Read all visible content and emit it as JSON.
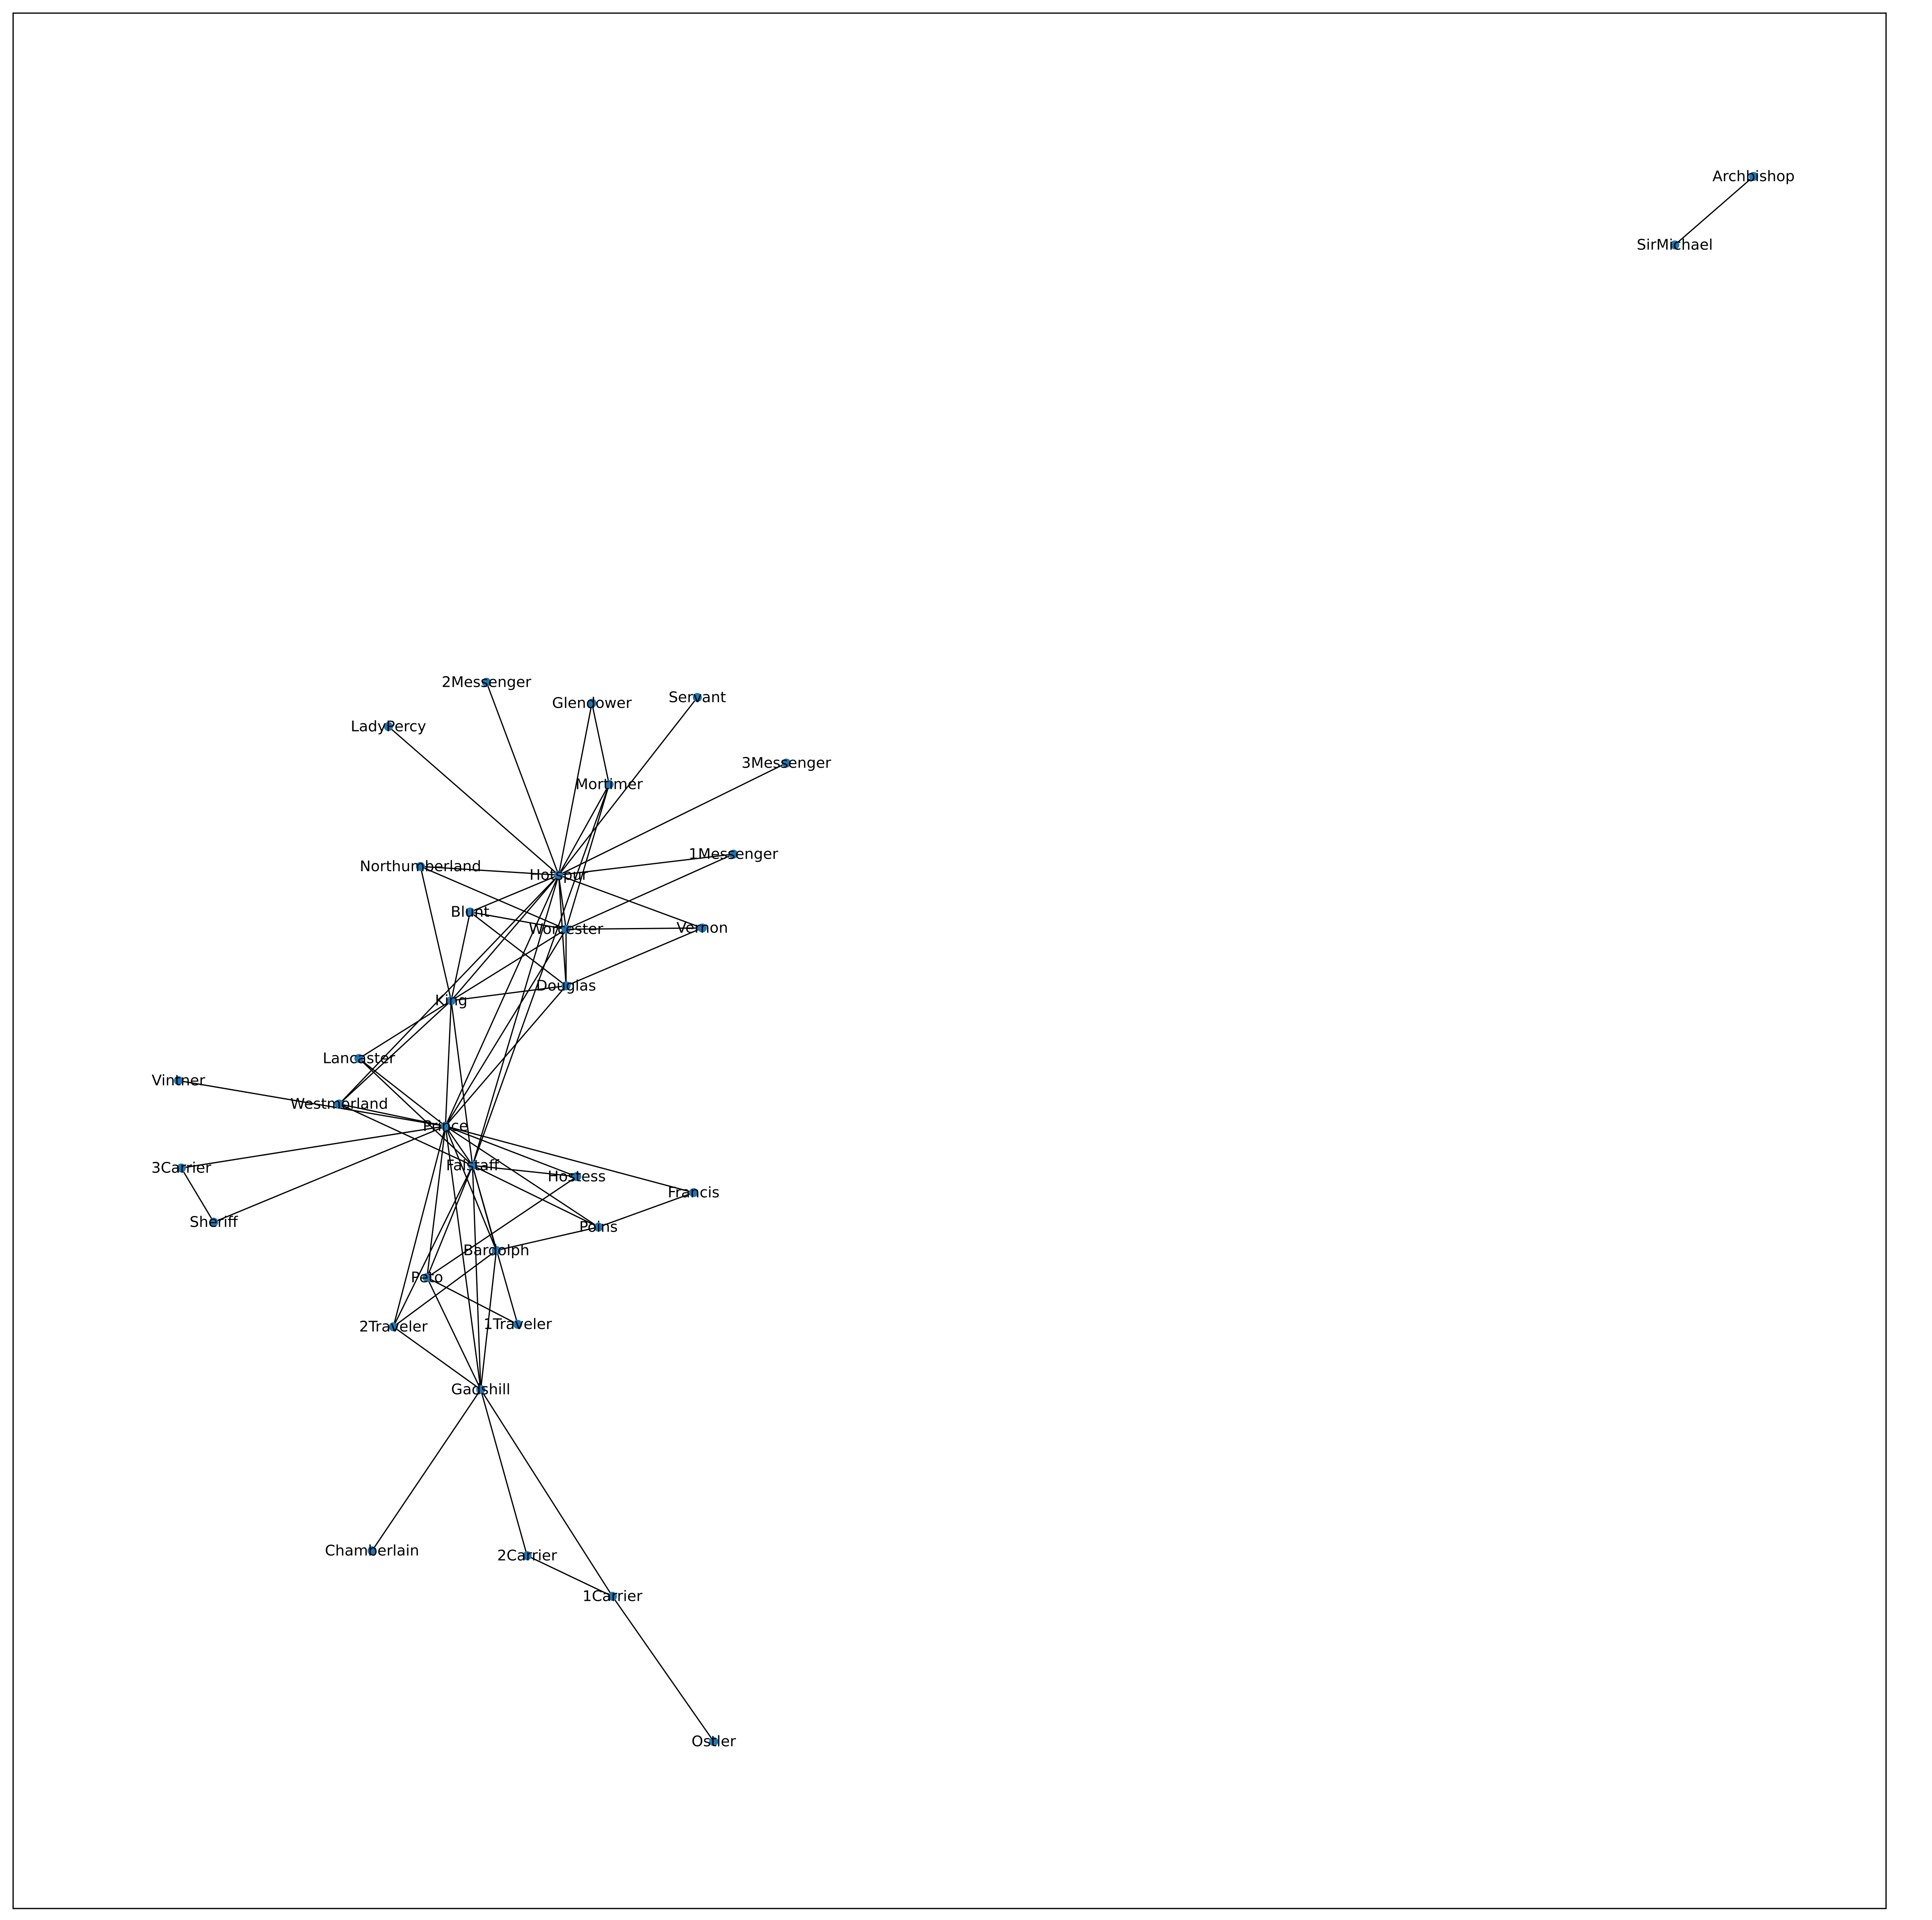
{
  "colors": {
    "node": "#1f77b4",
    "edge": "#000000",
    "frame": "#000000",
    "background": "#ffffff"
  },
  "nodes": [
    {
      "id": "Archbishop",
      "label": "Archbishop"
    },
    {
      "id": "SirMichael",
      "label": "SirMichael"
    },
    {
      "id": "2Messenger",
      "label": "2Messenger"
    },
    {
      "id": "Glendower",
      "label": "Glendower"
    },
    {
      "id": "Servant",
      "label": "Servant"
    },
    {
      "id": "LadyPercy",
      "label": "LadyPercy"
    },
    {
      "id": "3Messenger",
      "label": "3Messenger"
    },
    {
      "id": "Mortimer",
      "label": "Mortimer"
    },
    {
      "id": "1Messenger",
      "label": "1Messenger"
    },
    {
      "id": "Northumberland",
      "label": "Northumberland"
    },
    {
      "id": "Hotspur",
      "label": "Hotspur"
    },
    {
      "id": "Blunt",
      "label": "Blunt"
    },
    {
      "id": "Worcester",
      "label": "Worcester"
    },
    {
      "id": "Vernon",
      "label": "Vernon"
    },
    {
      "id": "Douglas",
      "label": "Douglas"
    },
    {
      "id": "King",
      "label": "King"
    },
    {
      "id": "Lancaster",
      "label": "Lancaster"
    },
    {
      "id": "Vintner",
      "label": "Vintner"
    },
    {
      "id": "Westmorland",
      "label": "Westmorland"
    },
    {
      "id": "Prince",
      "label": "Prince"
    },
    {
      "id": "3Carrier",
      "label": "3Carrier"
    },
    {
      "id": "Falstaff",
      "label": "Falstaff"
    },
    {
      "id": "Hostess",
      "label": "Hostess"
    },
    {
      "id": "Francis",
      "label": "Francis"
    },
    {
      "id": "Sheriff",
      "label": "Sheriff"
    },
    {
      "id": "Poins",
      "label": "Poins"
    },
    {
      "id": "Bardolph",
      "label": "Bardolph"
    },
    {
      "id": "Peto",
      "label": "Peto"
    },
    {
      "id": "2Traveler",
      "label": "2Traveler"
    },
    {
      "id": "1Traveler",
      "label": "1Traveler"
    },
    {
      "id": "Gadshill",
      "label": "Gadshill"
    },
    {
      "id": "Chamberlain",
      "label": "Chamberlain"
    },
    {
      "id": "2Carrier",
      "label": "2Carrier"
    },
    {
      "id": "1Carrier",
      "label": "1Carrier"
    },
    {
      "id": "Ostler",
      "label": "Ostler"
    }
  ],
  "edges": [
    [
      "Archbishop",
      "SirMichael"
    ],
    [
      "2Messenger",
      "Hotspur"
    ],
    [
      "Glendower",
      "Hotspur"
    ],
    [
      "Glendower",
      "Mortimer"
    ],
    [
      "Servant",
      "Hotspur"
    ],
    [
      "LadyPercy",
      "Hotspur"
    ],
    [
      "3Messenger",
      "Hotspur"
    ],
    [
      "Mortimer",
      "Hotspur"
    ],
    [
      "Mortimer",
      "Worcester"
    ],
    [
      "Mortimer",
      "Falstaff"
    ],
    [
      "1Messenger",
      "Hotspur"
    ],
    [
      "1Messenger",
      "Worcester"
    ],
    [
      "Northumberland",
      "Hotspur"
    ],
    [
      "Northumberland",
      "Worcester"
    ],
    [
      "Northumberland",
      "King"
    ],
    [
      "Hotspur",
      "Blunt"
    ],
    [
      "Hotspur",
      "Worcester"
    ],
    [
      "Hotspur",
      "Vernon"
    ],
    [
      "Hotspur",
      "Douglas"
    ],
    [
      "Hotspur",
      "King"
    ],
    [
      "Hotspur",
      "Prince"
    ],
    [
      "Hotspur",
      "Falstaff"
    ],
    [
      "Hotspur",
      "Westmorland"
    ],
    [
      "Blunt",
      "Worcester"
    ],
    [
      "Blunt",
      "Douglas"
    ],
    [
      "Blunt",
      "King"
    ],
    [
      "Worcester",
      "Vernon"
    ],
    [
      "Worcester",
      "Douglas"
    ],
    [
      "Worcester",
      "King"
    ],
    [
      "Worcester",
      "Prince"
    ],
    [
      "Vernon",
      "Douglas"
    ],
    [
      "Douglas",
      "King"
    ],
    [
      "Douglas",
      "Prince"
    ],
    [
      "King",
      "Lancaster"
    ],
    [
      "King",
      "Westmorland"
    ],
    [
      "King",
      "Prince"
    ],
    [
      "King",
      "Falstaff"
    ],
    [
      "Lancaster",
      "Prince"
    ],
    [
      "Lancaster",
      "Falstaff"
    ],
    [
      "Vintner",
      "Prince"
    ],
    [
      "Westmorland",
      "Prince"
    ],
    [
      "Westmorland",
      "Falstaff"
    ],
    [
      "Prince",
      "3Carrier"
    ],
    [
      "Prince",
      "Falstaff"
    ],
    [
      "Prince",
      "Hostess"
    ],
    [
      "Prince",
      "Francis"
    ],
    [
      "Prince",
      "Sheriff"
    ],
    [
      "Prince",
      "Poins"
    ],
    [
      "Prince",
      "Bardolph"
    ],
    [
      "Prince",
      "Peto"
    ],
    [
      "Prince",
      "2Traveler"
    ],
    [
      "Prince",
      "Gadshill"
    ],
    [
      "3Carrier",
      "Sheriff"
    ],
    [
      "Falstaff",
      "Hostess"
    ],
    [
      "Falstaff",
      "Poins"
    ],
    [
      "Falstaff",
      "Bardolph"
    ],
    [
      "Falstaff",
      "Peto"
    ],
    [
      "Falstaff",
      "2Traveler"
    ],
    [
      "Falstaff",
      "1Traveler"
    ],
    [
      "Falstaff",
      "Gadshill"
    ],
    [
      "Hostess",
      "Peto"
    ],
    [
      "Francis",
      "Poins"
    ],
    [
      "Poins",
      "Bardolph"
    ],
    [
      "Bardolph",
      "2Traveler"
    ],
    [
      "Bardolph",
      "Gadshill"
    ],
    [
      "Peto",
      "1Traveler"
    ],
    [
      "Peto",
      "Gadshill"
    ],
    [
      "2Traveler",
      "Gadshill"
    ],
    [
      "Gadshill",
      "Chamberlain"
    ],
    [
      "Gadshill",
      "2Carrier"
    ],
    [
      "Gadshill",
      "1Carrier"
    ],
    [
      "2Carrier",
      "1Carrier"
    ],
    [
      "1Carrier",
      "Ostler"
    ]
  ]
}
